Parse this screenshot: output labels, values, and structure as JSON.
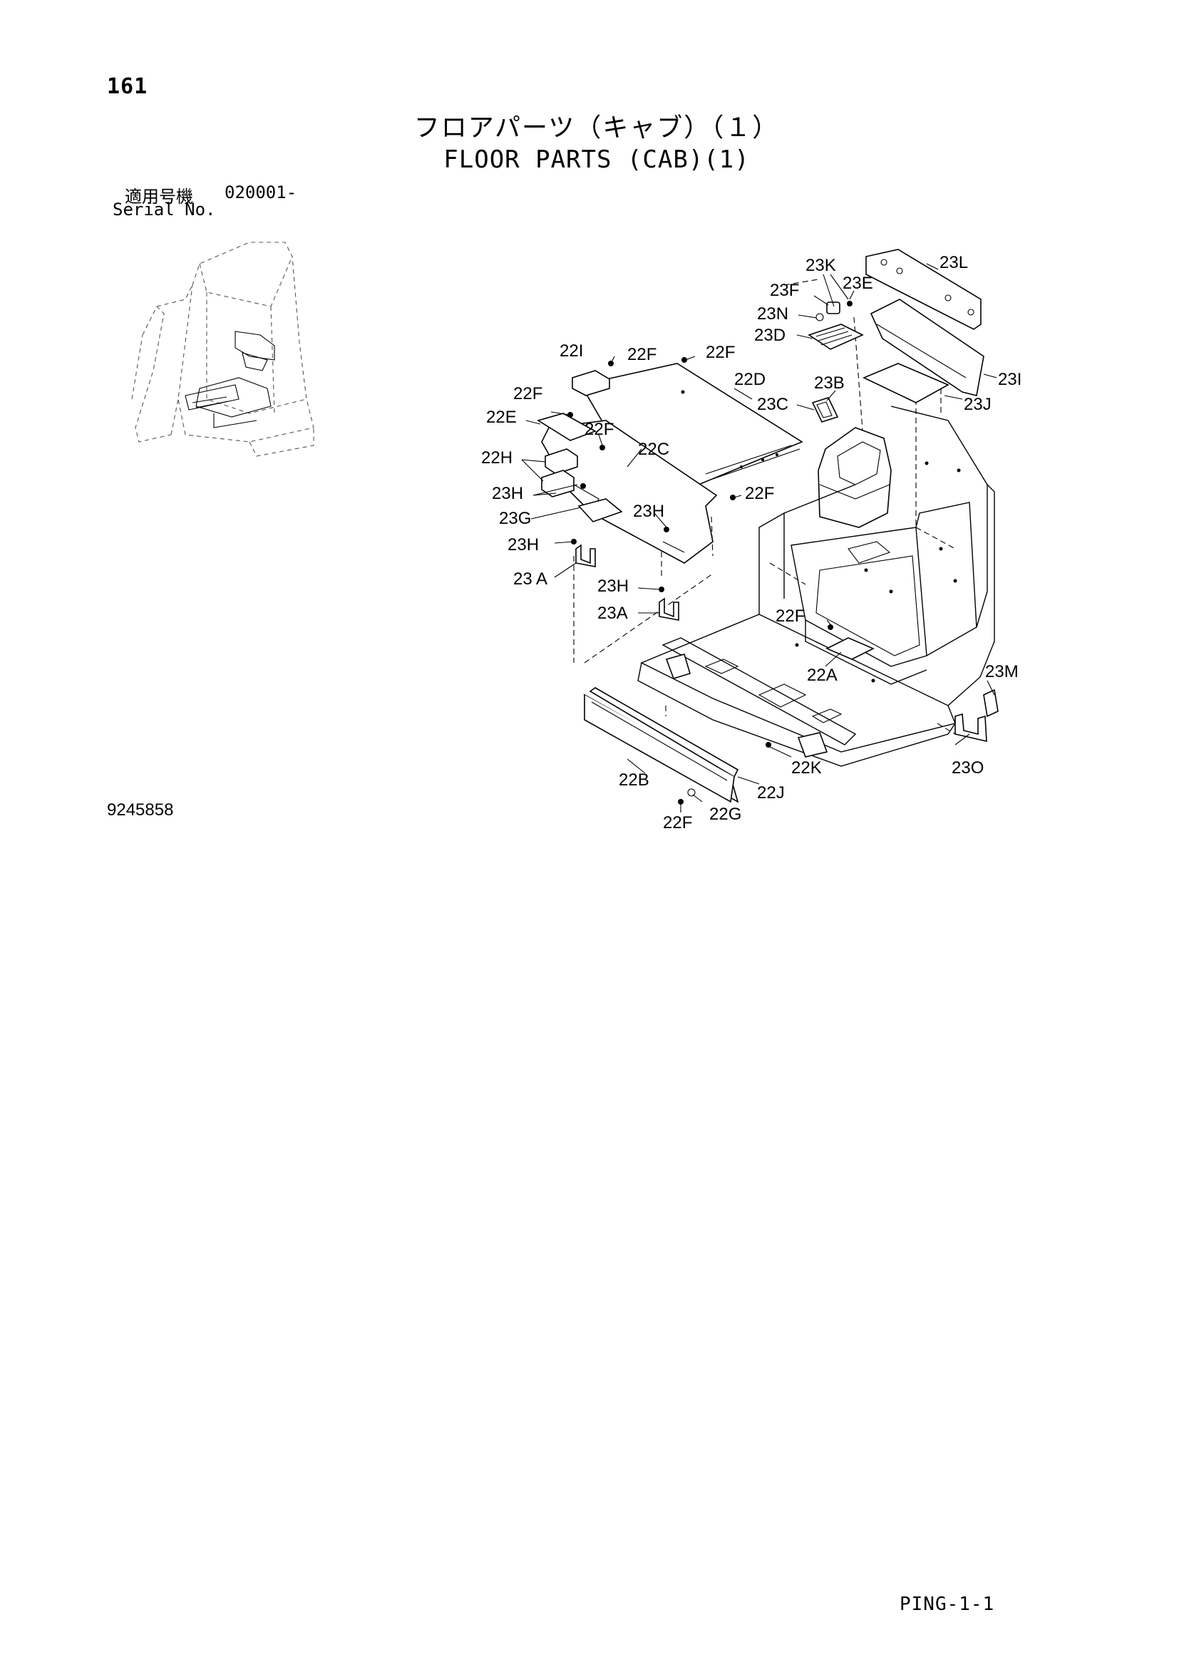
{
  "header": {
    "page_number": "161",
    "title_jp": "フロアパーツ（キャブ）（１）",
    "title_en": "FLOOR PARTS (CAB)(1)",
    "serial_label_jp": "適用号機",
    "serial_value": "020001-",
    "serial_label_en": "Serial No."
  },
  "footer": {
    "drawing_number": "9245858",
    "page_code": "PING-1-1"
  },
  "callouts": {
    "c23K": "23K",
    "c23L": "23L",
    "c23E": "23E",
    "c23F": "23F",
    "c23N": "23N",
    "c23D": "23D",
    "c22I": "22I",
    "c22F_a": "22F",
    "c22F_b": "22F",
    "c22D": "22D",
    "c23B": "23B",
    "c23I": "23I",
    "c22F_c": "22F",
    "c23C": "23C",
    "c23J": "23J",
    "c22E": "22E",
    "c22F_d": "22F",
    "c22C": "22C",
    "c22H": "22H",
    "c22F_e": "22F",
    "c23H_a": "23H",
    "c23H_b": "23H",
    "c23G": "23G",
    "c23H_c": "23H",
    "c23A_a": "23 A",
    "c23H_d": "23H",
    "c23A_b": "23A",
    "c22F_f": "22F",
    "c22A": "22A",
    "c23M": "23M",
    "c22K": "22K",
    "c23O": "23O",
    "c22B": "22B",
    "c22J": "22J",
    "c22F_g": "22F",
    "c22G": "22G"
  }
}
